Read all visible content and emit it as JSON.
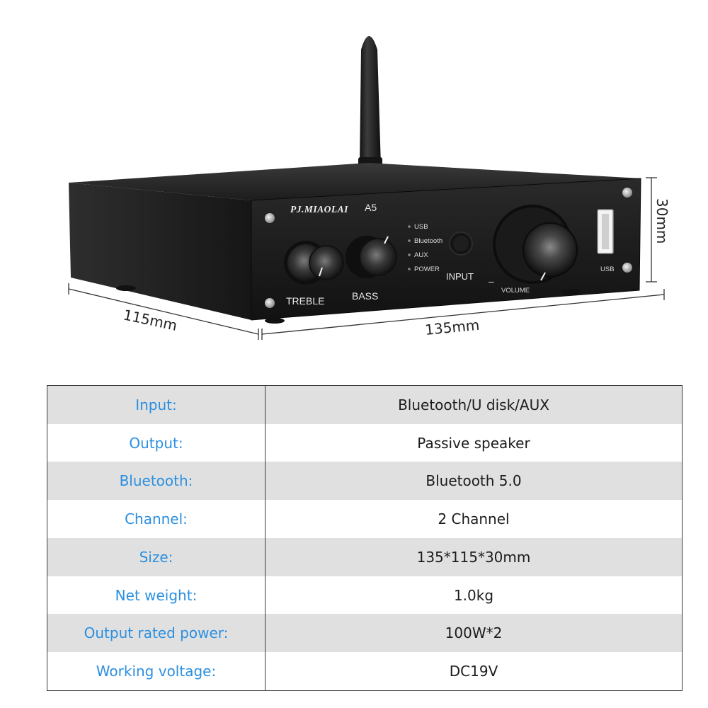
{
  "device": {
    "brand": "PJ.MIAOLAI",
    "model": "A5",
    "indicators": [
      "USB",
      "Bluetooth",
      "AUX",
      "POWER"
    ],
    "input_label": "INPUT",
    "treble_label": "TREBLE",
    "bass_label": "BASS",
    "volume_label": "VOLUME",
    "volume_minus": "–",
    "usb_label": "USB"
  },
  "dimensions": {
    "height": "30mm",
    "depth": "115mm",
    "width": "135mm"
  },
  "specs": [
    {
      "label": "Input:",
      "value": "Bluetooth/U disk/AUX"
    },
    {
      "label": "Output:",
      "value": "Passive speaker"
    },
    {
      "label": "Bluetooth:",
      "value": "Bluetooth 5.0"
    },
    {
      "label": "Channel:",
      "value": "2 Channel"
    },
    {
      "label": "Size:",
      "value": "135*115*30mm"
    },
    {
      "label": "Net weight:",
      "value": "1.0kg"
    },
    {
      "label": "Output rated power:",
      "value": "100W*2"
    },
    {
      "label": "Working voltage:",
      "value": "DC19V"
    }
  ],
  "colors": {
    "label_text": "#2b8fe0",
    "row_shade": "#e0e0e0",
    "device_body": "#1a1a1a"
  }
}
